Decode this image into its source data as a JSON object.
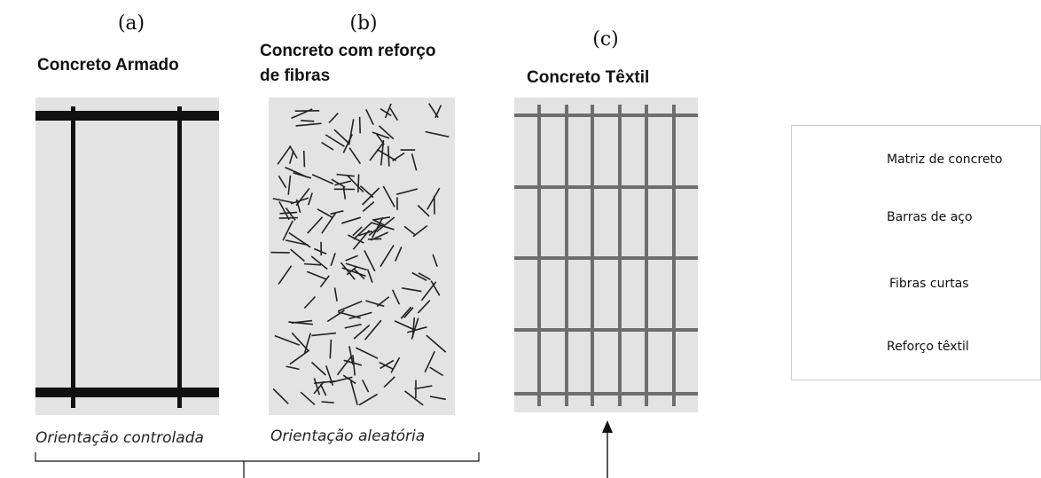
{
  "panels": [
    {
      "letter": "(a)",
      "title": "Concreto Armado",
      "orientation": "Orientação controlada"
    },
    {
      "letter": "(b)",
      "title_line1": "Concreto com reforço",
      "title_line2": "de fibras",
      "orientation": "Orientação aleatória"
    },
    {
      "letter": "(c)",
      "title": "Concreto Têxtil"
    }
  ],
  "legend": {
    "items": [
      {
        "label": "Matriz de concreto",
        "icon": "concrete-matrix-swatch"
      },
      {
        "label": "Barras de aço",
        "icon": "steel-bar-swatch"
      },
      {
        "label": "Fibras curtas",
        "icon": "short-fibers-swatch"
      },
      {
        "label": "Reforço têxtil",
        "icon": "textile-grid-swatch"
      }
    ]
  },
  "colors": {
    "matrix": "#e3e3e3",
    "steel": "#111111",
    "fiber": "#222222",
    "textile": "#6e6e6e"
  }
}
